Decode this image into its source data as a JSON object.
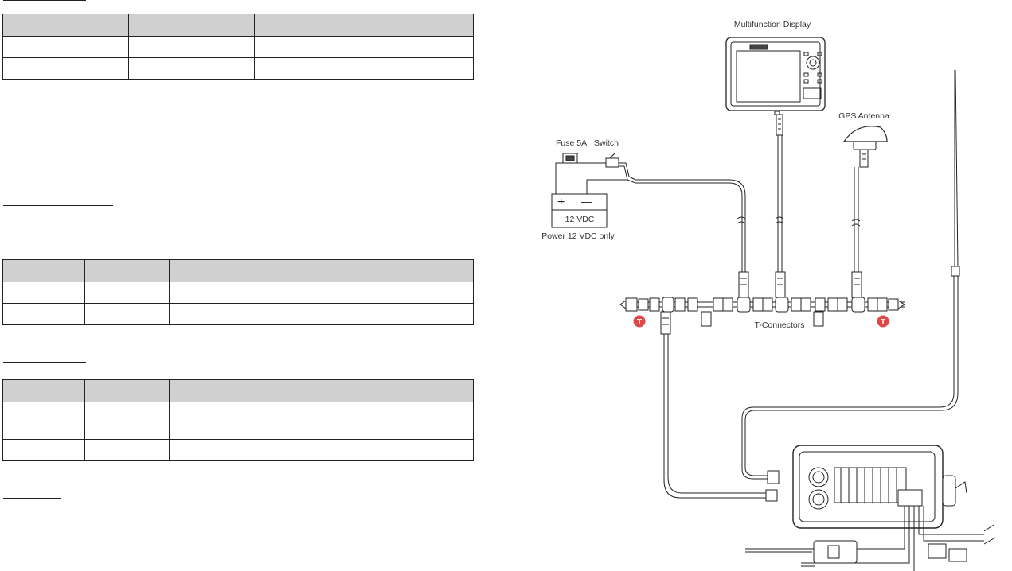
{
  "diagram": {
    "mfd_label": "Multifunction Display",
    "gps_label": "GPS Antenna",
    "fuse_label": "Fuse 5A",
    "switch_label": "Switch",
    "battery_label": "12 VDC",
    "battery_plus": "+",
    "battery_minus": "—",
    "power_label": "Power 12 VDC only",
    "tconnectors_label": "T-Connectors",
    "terminator_glyph": "T"
  },
  "colors": {
    "terminator": "#e04848",
    "table_header": "#d0d0d0",
    "line": "#222222"
  }
}
